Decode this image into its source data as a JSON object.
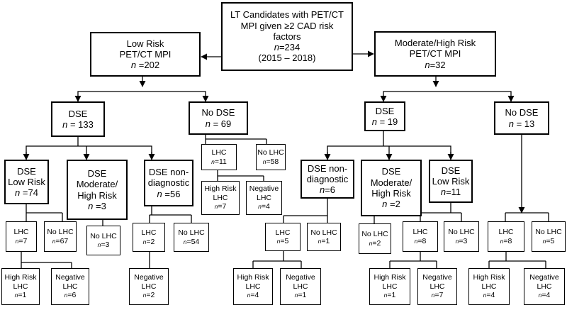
{
  "nodes": {
    "root": {
      "lines": [
        "LT Candidates with PET/CT",
        "MPI given ≥2 CAD risk",
        "factors",
        "{n}=234",
        "(2015 – 2018)"
      ]
    },
    "low": {
      "lines": [
        "Low Risk",
        "PET/CT MPI",
        "{n} =202"
      ]
    },
    "modhigh": {
      "lines": [
        "Moderate/High Risk",
        "PET/CT MPI",
        "{n}=32"
      ]
    },
    "dse_l": {
      "lines": [
        "DSE",
        "{n} = 133"
      ]
    },
    "nodse_l": {
      "lines": [
        "No DSE",
        "{n} = 69"
      ]
    },
    "dse_r": {
      "lines": [
        "DSE",
        "{n} = 19"
      ]
    },
    "nodse_r": {
      "lines": [
        "No DSE",
        "{n} = 13"
      ]
    },
    "a_dselow": {
      "lines": [
        "DSE",
        "Low Risk",
        "{n} =74"
      ]
    },
    "a_dsemod": {
      "lines": [
        "DSE",
        "Moderate/",
        "High Risk",
        "{n} =3"
      ]
    },
    "a_dsend": {
      "lines": [
        "DSE non-",
        "diagnostic",
        "{n} =56"
      ]
    },
    "b_lhc": {
      "lines": [
        "LHC",
        "{n}=11"
      ]
    },
    "b_nolhc": {
      "lines": [
        "No LHC",
        "{n}=58"
      ]
    },
    "b_hr": {
      "lines": [
        "High Risk",
        "LHC",
        "{n}=7"
      ]
    },
    "b_neg": {
      "lines": [
        "Negative",
        "LHC",
        "{n}=4"
      ]
    },
    "c_dsend": {
      "lines": [
        "DSE non-",
        "diagnostic",
        "{n}=6"
      ]
    },
    "c_dsemod": {
      "lines": [
        "DSE",
        "Moderate/",
        "High Risk",
        "{n} =2"
      ]
    },
    "c_dselow": {
      "lines": [
        "DSE",
        "Low Risk",
        "{n}=11"
      ]
    },
    "a1_lhc": {
      "lines": [
        "LHC",
        "{n}=7"
      ]
    },
    "a1_nolhc": {
      "lines": [
        "No LHC",
        "{n}=67"
      ]
    },
    "a1_hr": {
      "lines": [
        "High Risk",
        "LHC",
        "{n}=1"
      ]
    },
    "a1_neg": {
      "lines": [
        "Negative",
        "LHC",
        "{n}=6"
      ]
    },
    "a2_nolhc": {
      "lines": [
        "No LHC",
        "{n}=3"
      ]
    },
    "a3_lhc": {
      "lines": [
        "LHC",
        "{n}=2"
      ]
    },
    "a3_nolhc": {
      "lines": [
        "No LHC",
        "{n}=54"
      ]
    },
    "a3_neg": {
      "lines": [
        "Negative",
        "LHC",
        "{n}=2"
      ]
    },
    "c1_lhc": {
      "lines": [
        "LHC",
        "{n}=5"
      ]
    },
    "c1_nolhc": {
      "lines": [
        "No LHC",
        "{n}=1"
      ]
    },
    "c1_hr": {
      "lines": [
        "High Risk",
        "LHC",
        "{n}=4"
      ]
    },
    "c1_neg": {
      "lines": [
        "Negative",
        "LHC",
        "{n}=1"
      ]
    },
    "c2_nolhc": {
      "lines": [
        "No LHC",
        "{n}=2"
      ]
    },
    "c3_lhc": {
      "lines": [
        "LHC",
        "{n}=8"
      ]
    },
    "c3_nolhc": {
      "lines": [
        "No LHC",
        "{n}=3"
      ]
    },
    "c3_hr": {
      "lines": [
        "High Risk",
        "LHC",
        "{n}=1"
      ]
    },
    "c3_neg": {
      "lines": [
        "Negative",
        "LHC",
        "{n}=7"
      ]
    },
    "d_lhc": {
      "lines": [
        "LHC",
        "{n}=8"
      ]
    },
    "d_nolhc": {
      "lines": [
        "No LHC",
        "{n}=5"
      ]
    },
    "d_hr": {
      "lines": [
        "High Risk",
        "LHC",
        "{n}=4"
      ]
    },
    "d_neg": {
      "lines": [
        "Negative",
        "LHC",
        "{n}=4"
      ]
    }
  },
  "n_symbol": "n"
}
